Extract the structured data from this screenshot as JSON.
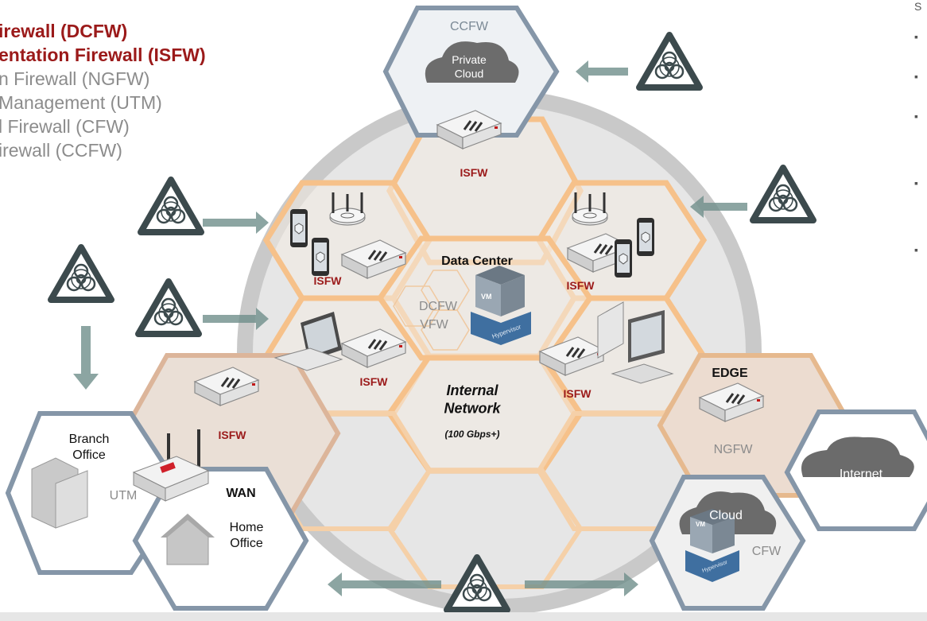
{
  "legend": [
    {
      "text": "irewall (DCFW)",
      "style": "red"
    },
    {
      "text": "entation Firewall (ISFW)",
      "style": "red"
    },
    {
      "text": "n Firewall (NGFW)",
      "style": "grey"
    },
    {
      "text": "Management (UTM)",
      "style": "grey"
    },
    {
      "text": "l Firewall (CFW)",
      "style": "grey"
    },
    {
      "text": "irewall (CCFW)",
      "style": "grey"
    }
  ],
  "right_edge": {
    "top_char": "S",
    "bullet_char": "▪"
  },
  "hex_labels": {
    "ccfw": "CCFW",
    "private_cloud": "Private\nCloud",
    "isfw": "ISFW",
    "data_center": "Data Center",
    "dcfw": "DCFW",
    "vfw": "VFW",
    "internal_network": "Internal\nNetwork",
    "internal_speed": "(100 Gbps+)",
    "edge": "EDGE",
    "ngfw": "NGFW",
    "internet": "Internet",
    "cloud": "Cloud",
    "cfw": "CFW",
    "branch_office": "Branch\nOffice",
    "utm": "UTM",
    "wan": "WAN",
    "home_office": "Home\nOffice",
    "vm": "VM",
    "hypervisor": "Hypervisor"
  },
  "colors": {
    "isfw_red": "#9b1a1a",
    "hex_orange": "#f6c18a",
    "hex_blue_border": "#8596a8",
    "ring_grey": "#c9c9c9",
    "arrow_teal": "#6f8f8b",
    "hazard_dark": "#3c4a4d"
  },
  "icons": [
    "biohazard-icon",
    "firewall-appliance-icon",
    "wifi-access-point-icon",
    "phone-icon",
    "laptop-icon",
    "desktop-pc-icon",
    "server-vm-icon",
    "cloud-icon",
    "building-icon",
    "house-icon",
    "fortinet-router-icon"
  ]
}
